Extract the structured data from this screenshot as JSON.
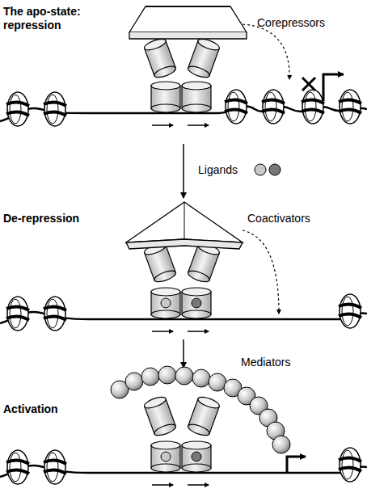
{
  "diagram": {
    "labels": [
      "The apo-state: repression",
      "Corepressors",
      "Ligands",
      "De-repression",
      "Coactivators",
      "Activation",
      "Mediators"
    ]
  }
}
